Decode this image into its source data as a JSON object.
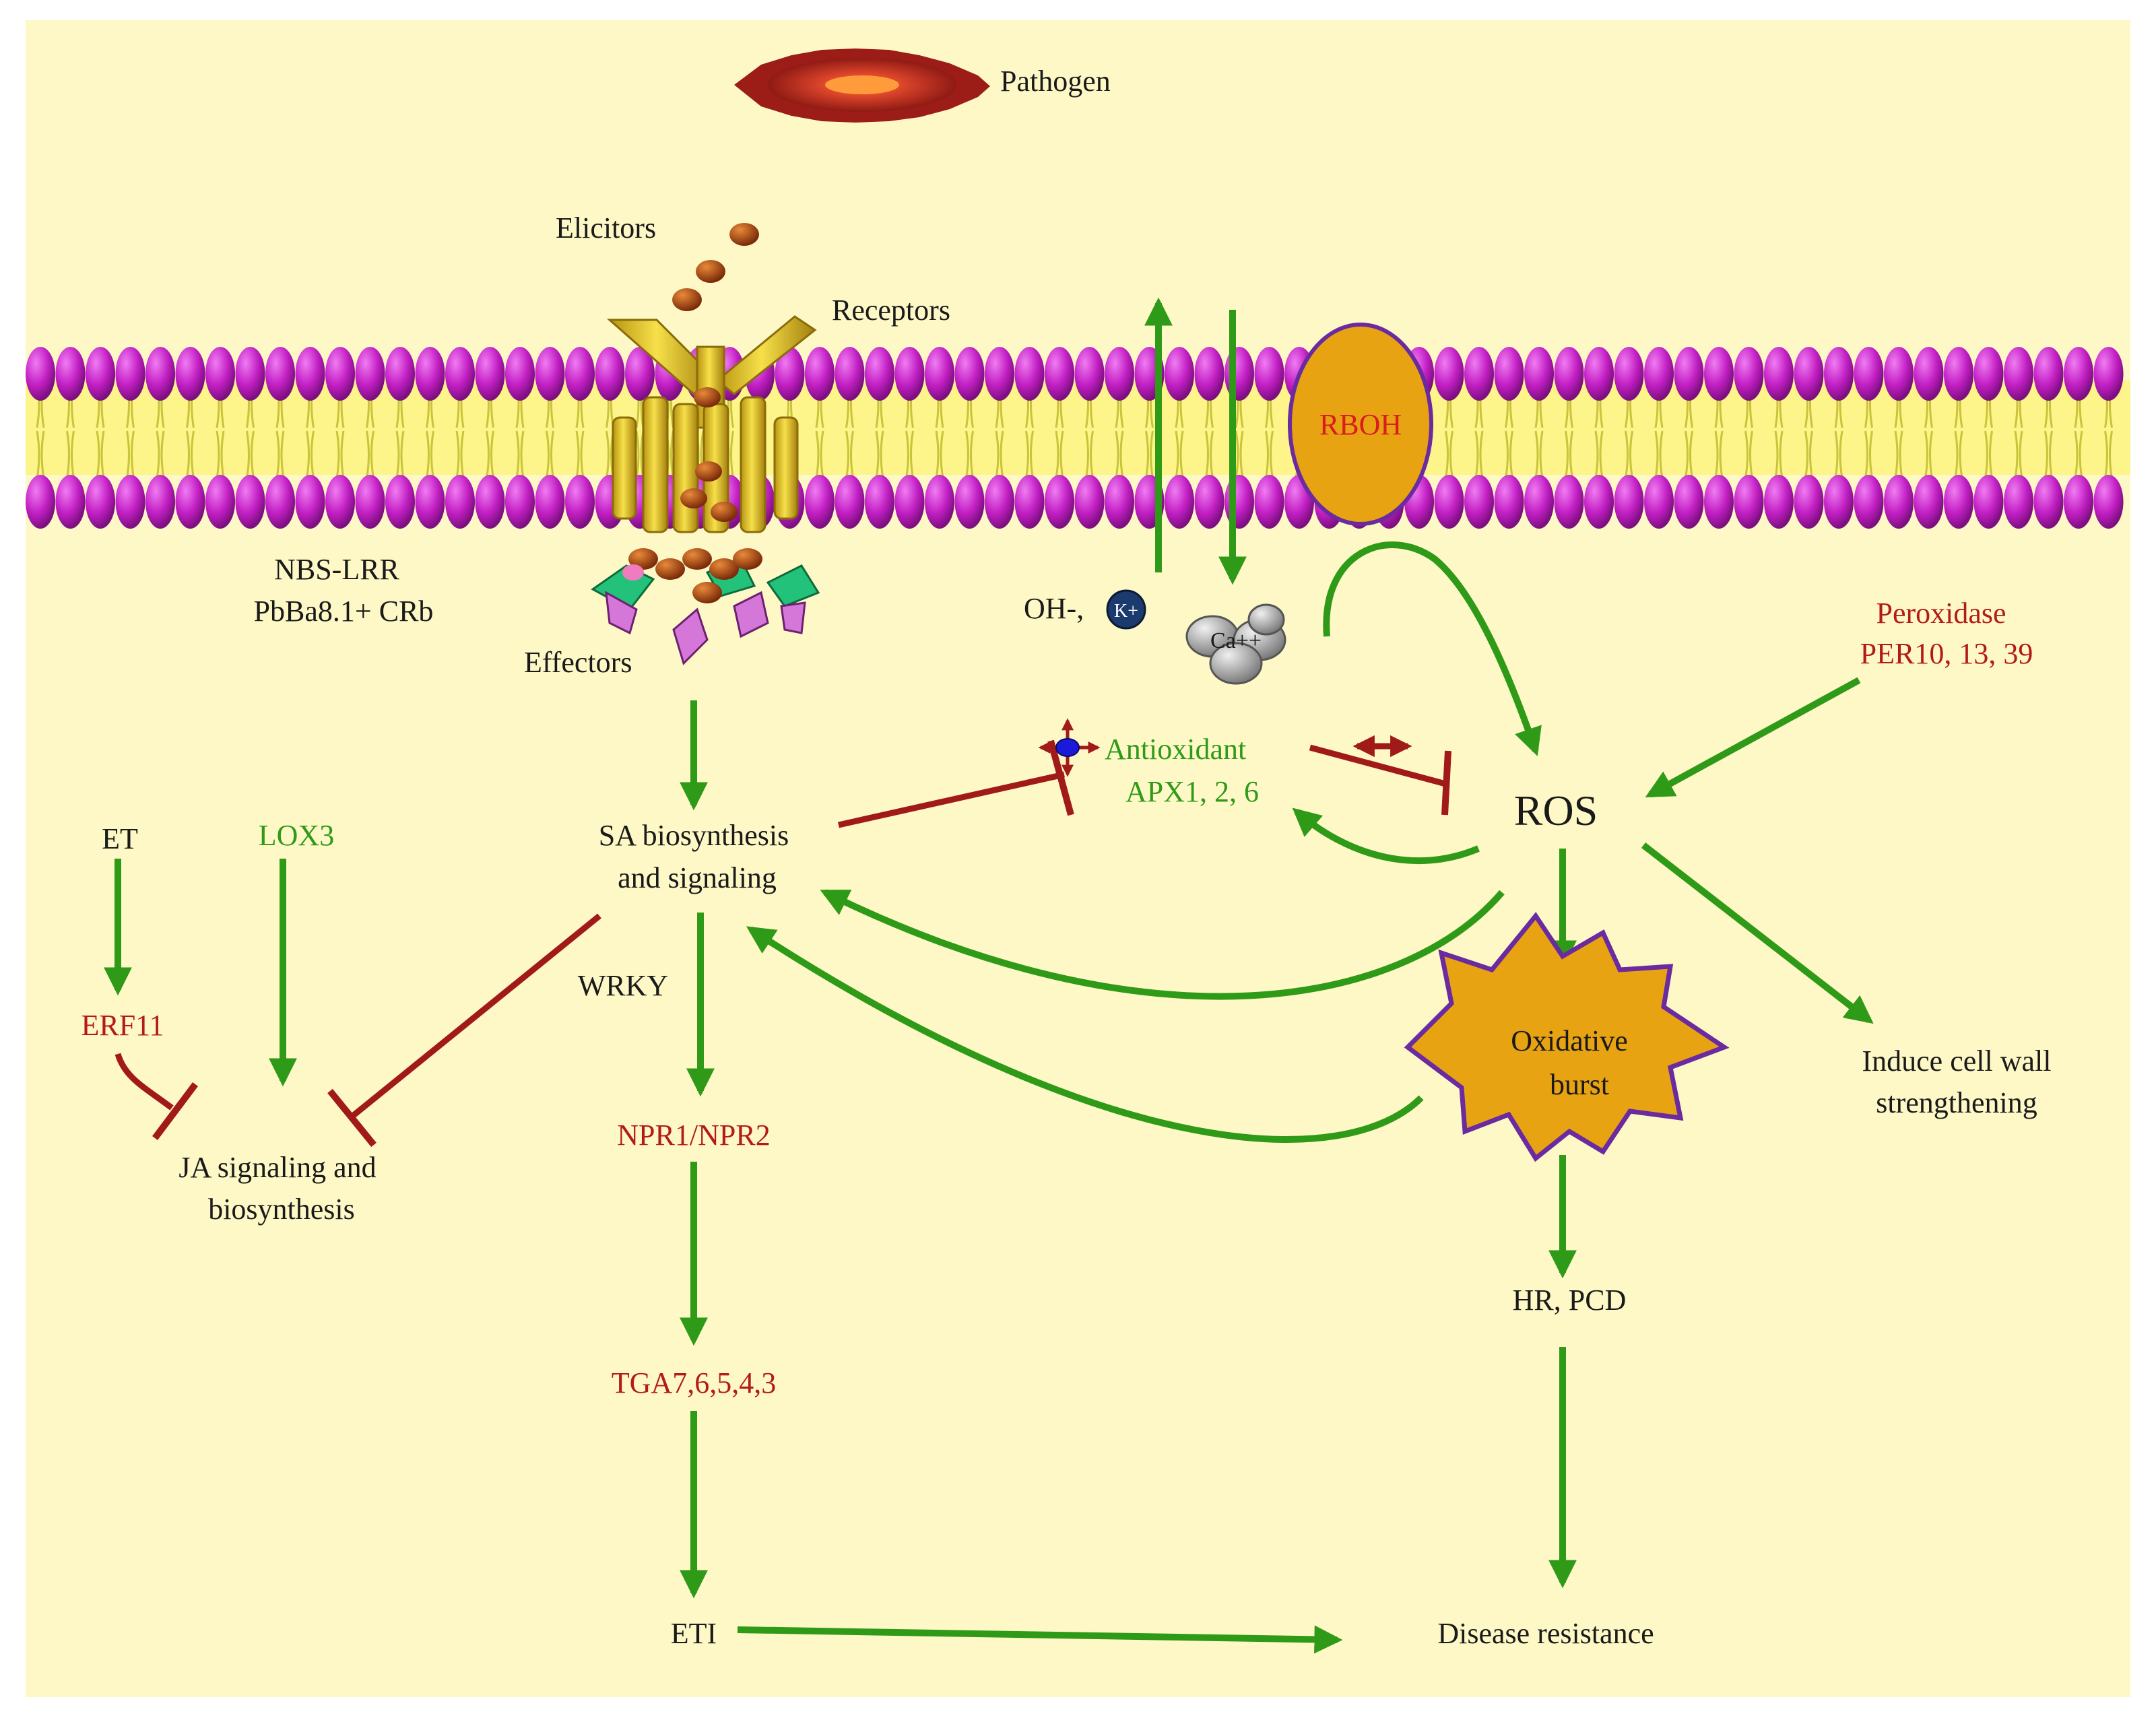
{
  "colors": {
    "background": "#fdf8c6",
    "green": "#2f9a18",
    "red": "#b31b1b",
    "dark_red": "#a11a1a",
    "black": "#1a1a1a",
    "lipid_head": "#c21fc4",
    "lipid_tail": "#f2ee3c",
    "receptor": "#e2c21c",
    "rboh_fill": "#e8a313",
    "rboh_stroke": "#6a2aa0",
    "burst_fill": "#e8a313",
    "burst_stroke": "#6a2aa0",
    "elicitor": "#a8440f"
  },
  "labels": {
    "pathogen": "Pathogen",
    "elicitors": "Elicitors",
    "receptors": "Receptors",
    "nbs_lrr": "NBS-LRR",
    "pbba": "PbBa8.1+ CRb",
    "effectors": "Effectors",
    "rboh": "RBOH",
    "oh": "OH-,",
    "k_ion": "K+",
    "ca_ion": "Ca++",
    "peroxidase": "Peroxidase",
    "per": "PER10, 13, 39",
    "antioxidant": "Antioxidant",
    "apx": "APX1, 2, 6",
    "ros": "ROS",
    "sa_line1": "SA biosynthesis",
    "sa_line2": "and signaling",
    "et": "ET",
    "lox3": "LOX3",
    "erf11": "ERF11",
    "ja_line1": "JA signaling and",
    "ja_line2": "biosynthesis",
    "wrky": "WRKY",
    "npr": "NPR1/NPR2",
    "tga": "TGA7,6,5,4,3",
    "eti": "ETI",
    "oxidative_line1": "Oxidative",
    "oxidative_line2": "burst",
    "cell_wall_line1": "Induce cell wall",
    "cell_wall_line2": "strengthening",
    "hr_pcd": "HR, PCD",
    "disease_resistance": "Disease resistance"
  }
}
